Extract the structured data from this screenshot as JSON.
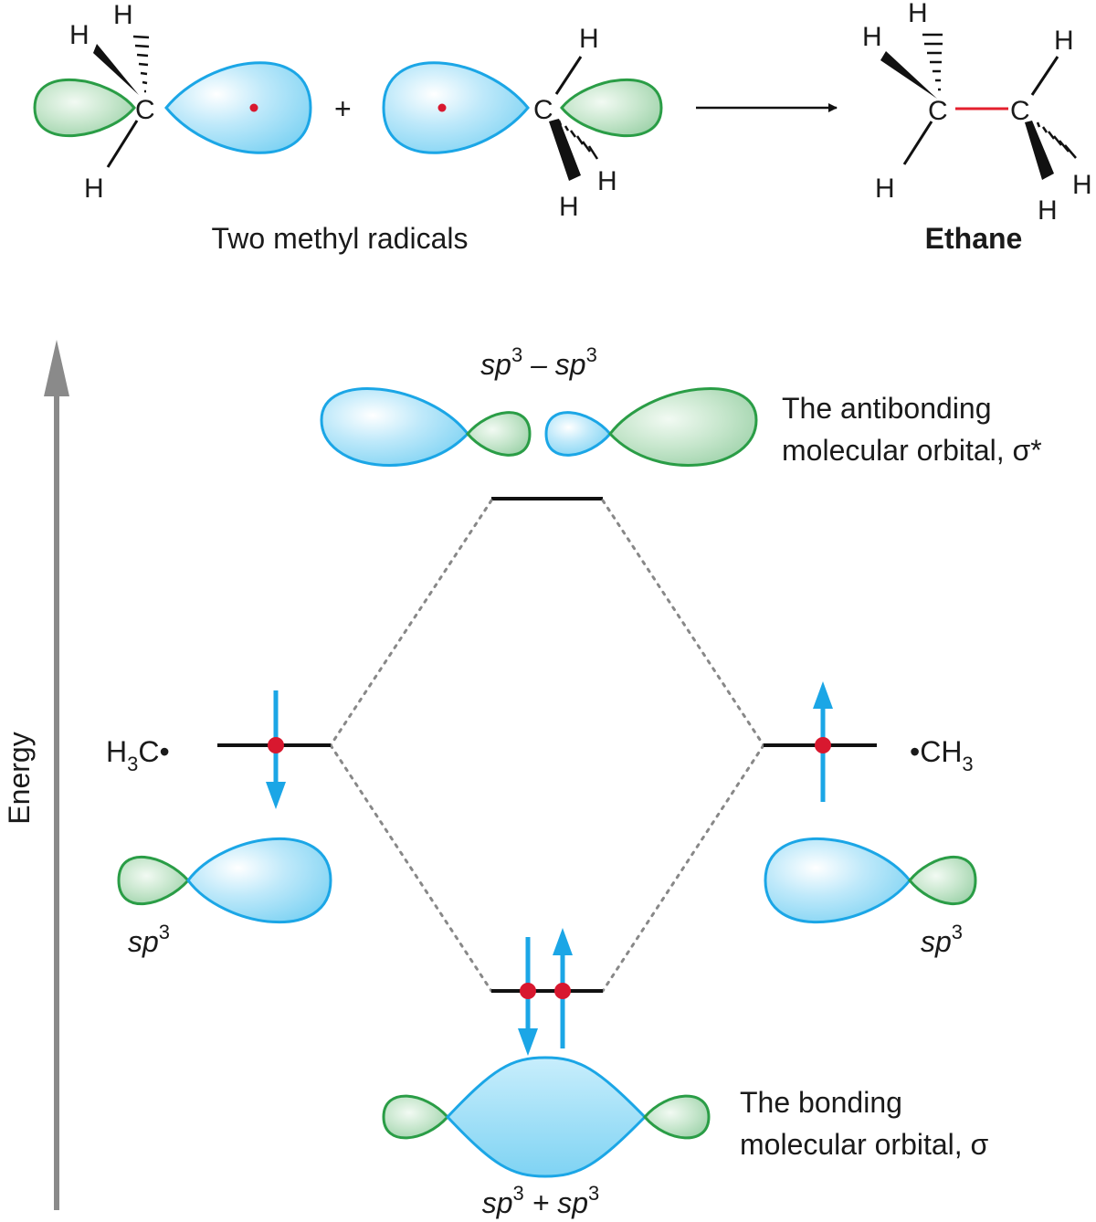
{
  "reaction": {
    "plus": "+",
    "caption_reactants": "Two methyl radicals",
    "caption_product": "Ethane",
    "atoms": {
      "carbon": "C",
      "hydrogen": "H"
    }
  },
  "mo_diagram": {
    "axis_label": "Energy",
    "antibonding": {
      "combo_prefix": "sp",
      "combo_sup": "3",
      "combo_mid": " – sp",
      "combo_sup2": "3",
      "line1": "The antibonding",
      "line2": "molecular orbital, σ*"
    },
    "bonding": {
      "combo_prefix": "sp",
      "combo_sup": "3",
      "combo_mid": " + sp",
      "combo_sup2": "3",
      "line1": "The bonding",
      "line2": "molecular orbital, σ"
    },
    "left_level": {
      "label_main": "H",
      "label_sub": "3",
      "label_rest": "C•",
      "orbital": "sp",
      "orbital_sup": "3"
    },
    "right_level": {
      "label_main": "•CH",
      "label_sub": "3",
      "orbital": "sp",
      "orbital_sup": "3"
    }
  },
  "colors": {
    "blue_lobe": "#7fd3f3",
    "blue_stroke": "#1ba6e6",
    "green_lobe": "#a7d8b3",
    "green_stroke": "#2a9d46",
    "electron": "#d8182f",
    "arrow": "#1ba6e6",
    "bond_highlight": "#e3202e",
    "axis": "#8a8a8a"
  }
}
